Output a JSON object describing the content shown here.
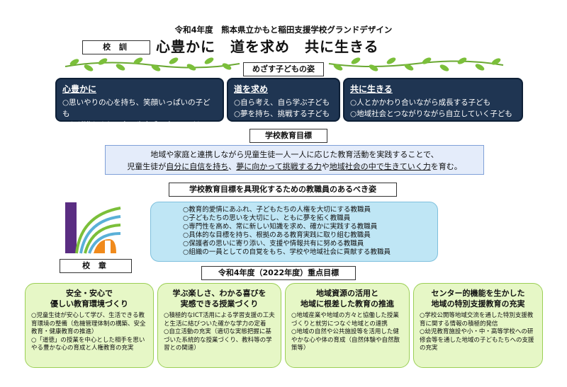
{
  "title": "令和4年度　熊本県立かもと稲田支援学校グランドデザイン",
  "motto_label": "校 訓",
  "motto": "心豊かに　道を求め　共に生きる",
  "vision_label": "めざす子どもの姿",
  "vision": [
    {
      "heading": "心豊かに",
      "items": [
        "○思いやりの心を持ち、笑顔いっぱいの子ども",
        "○心が満たされ、自己肯定感の高い子ども"
      ]
    },
    {
      "heading": "道を求め",
      "items": [
        "○自ら考え、自ら学ぶ子ども",
        "○夢を持ち、挑戦する子ども"
      ]
    },
    {
      "heading": "共に生きる",
      "items": [
        "○人とかかわり合いながら成長する子ども",
        "○地域社会とつながりながら自立していく子ども"
      ]
    }
  ],
  "goal_label": "学校教育目標",
  "goal": {
    "line1": "地域や家庭と連携しながら児童生徒一人一人に応じた教育活動を実践することで、",
    "l2a": "児童生徒が",
    "l2b": "自分に自信を持ち",
    "l2c": "、",
    "l2d": "夢に向かって挑戦する力",
    "l2e": "や",
    "l2f": "地域社会の中で生きていく力",
    "l2g": "を育む。"
  },
  "staff_label": "学校教育目標を具現化するための教職員のあるべき姿",
  "staff_items": [
    "○教育的愛情にあふれ、子どもたちの人権を大切にする教職員",
    "○子どもたちの思いを大切にし、ともに夢を拓く教職員",
    "○専門性を高め、常に新しい知識を求め、確かに実践する教職員",
    "○具体的な目標を持ち、根拠のある教育実践に取り組む教職員",
    "○保護者の思いに寄り添い、支援や情報共有に努める教職員",
    "○組織の一員としての自覚をもち、学校や地域社会に貢献する教職員"
  ],
  "emblem_label": "校 章",
  "priority_label": "令和4年度（2022年度）重点目標",
  "cards": [
    {
      "title": [
        "安全・安心で",
        "優しい教育環境づくり"
      ],
      "body": [
        "○児童生徒が安心して学び、生活できる教育環境の整備（危機管理体制の構築、安全教育・健康教育の推進）",
        "○「道徳」の授業を中心とした相手を思いやる豊かな心の育成と人権教育の充実"
      ]
    },
    {
      "title": [
        "学ぶ楽しさ、わかる喜びを",
        "実感できる授業づくり"
      ],
      "body": [
        "○積極的なICT活用による学習支援の工夫と生活に結びついた確かな学力の定着",
        "○自立活動の充実（適切な実態把握に基づいた系統的な授業づくり、教科等の学習との関連）"
      ]
    },
    {
      "title": [
        "地域資源の活用と",
        "地域に根差した教育の推進"
      ],
      "body": [
        "○地域産業や地域の方々と協働した授業づくりと就労につなぐ地域との連携",
        "○地域の自然や公共施設等を活用した健やかな心や体の育成（自然体験や自然散策等）"
      ]
    },
    {
      "title": [
        "センター的機能を生かした",
        "地域の特別支援教育の充実"
      ],
      "body": [
        "○学校公開等地域交流を通した特別支援教育に関する情報の積極的発信",
        "○幼児教育施設や小・中・高等学校への研修会等を通した地域の子どもたちへの支援の充実"
      ]
    }
  ],
  "colors": {
    "dark_box": "#1f3552",
    "goal_box": "#e4ecfa",
    "staff_box": "#bfe6f5",
    "card": "#e6f7c6",
    "vine": "#7bbf3a"
  }
}
